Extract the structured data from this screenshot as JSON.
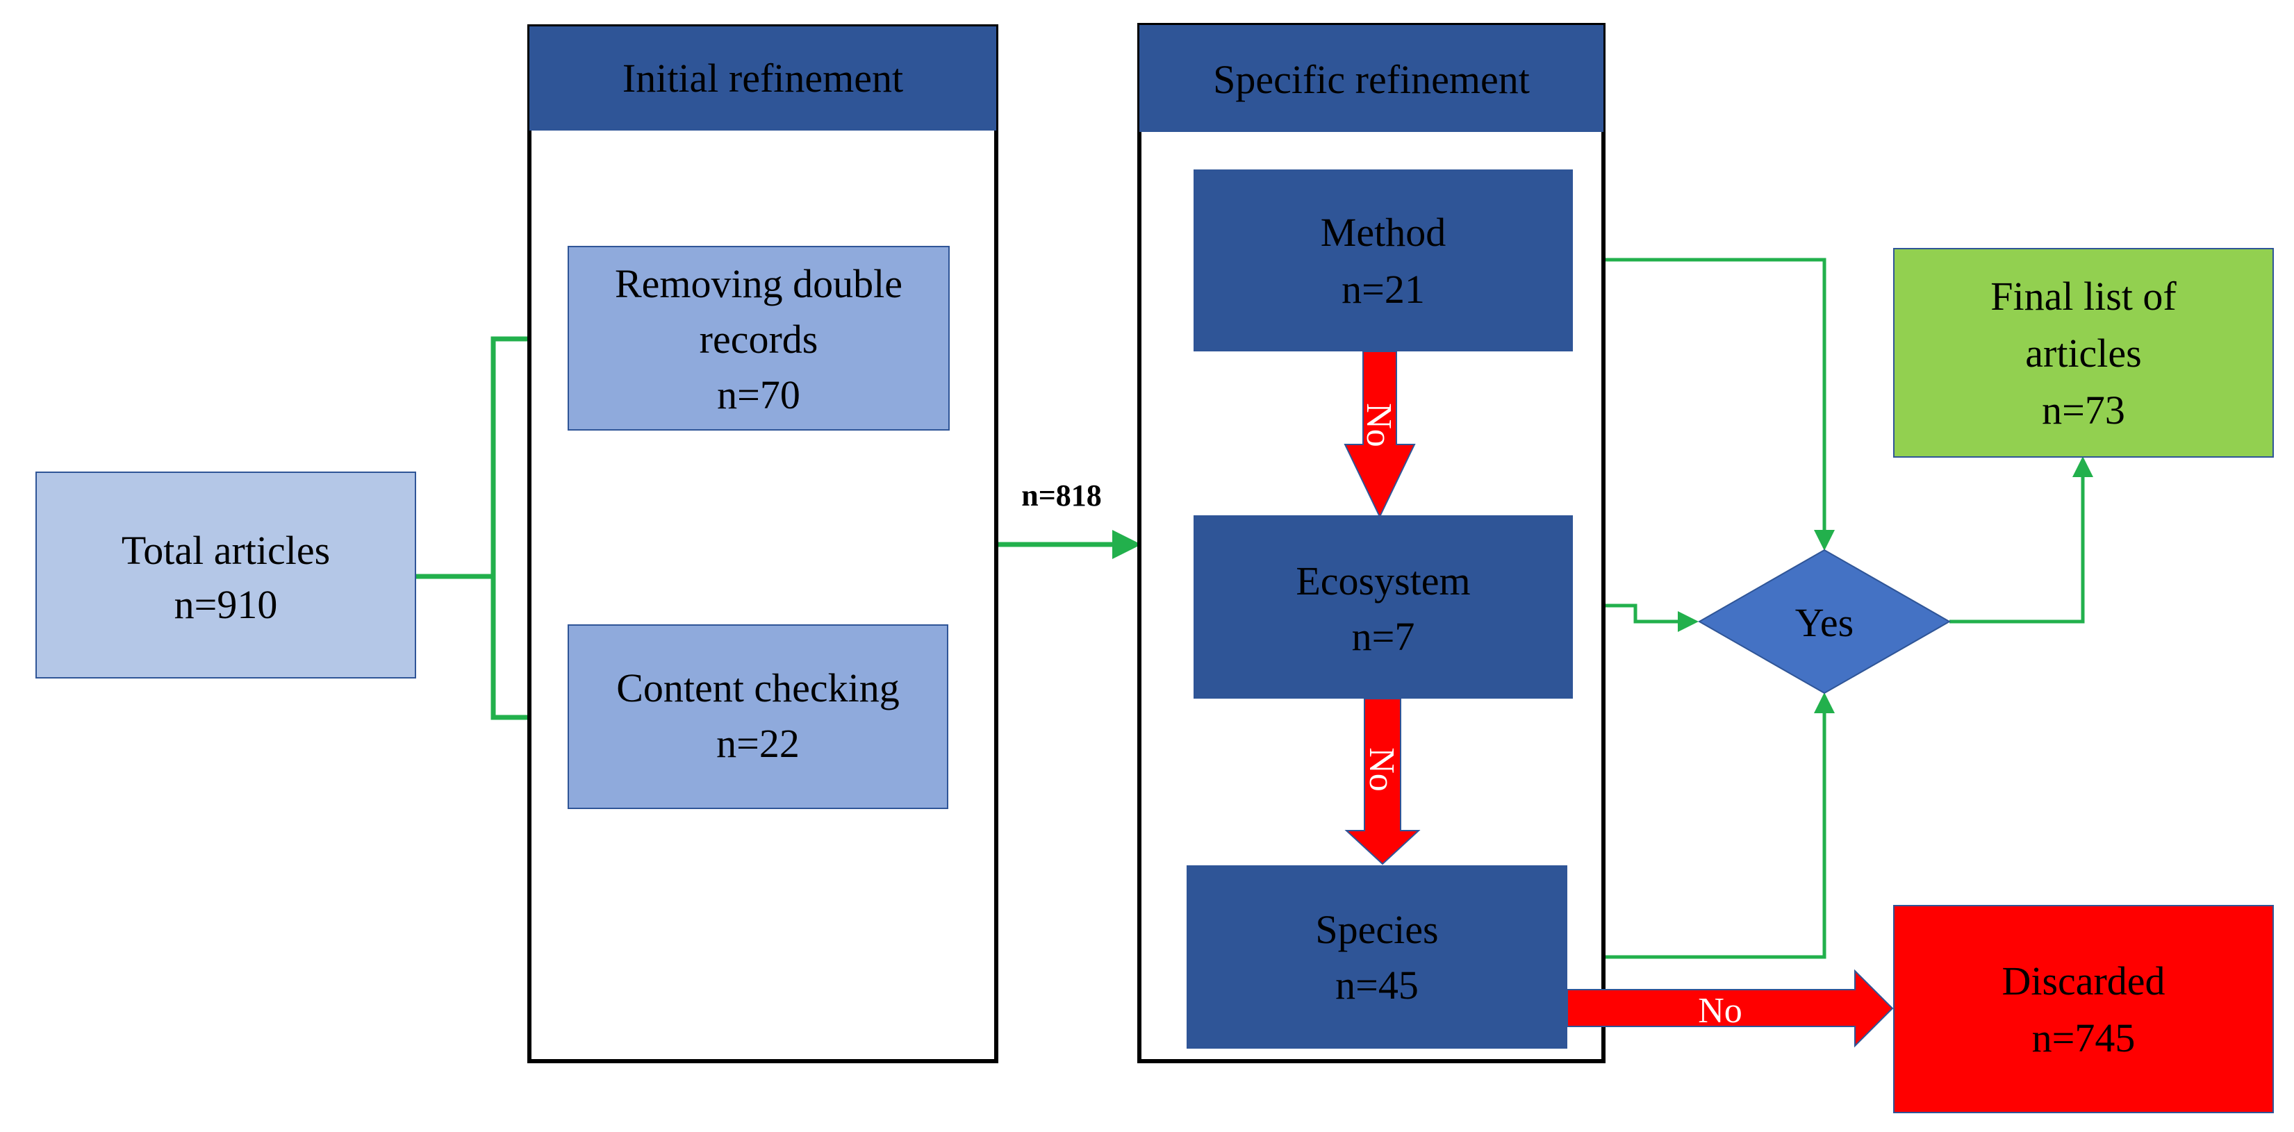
{
  "colors": {
    "green_line": "#22b04c",
    "light_blue": "#b4c7e7",
    "mid_blue": "#8faadc",
    "dark_blue": "#2f5597",
    "diamond_blue": "#4472c4",
    "green_box": "#92d050",
    "red": "#ff0000"
  },
  "total": {
    "line1": "Total articles",
    "line2": "n=910"
  },
  "initial": {
    "header": "Initial refinement",
    "removing": {
      "line1": "Removing double",
      "line2": "records",
      "line3": "n=70"
    },
    "content": {
      "line1": "Content checking",
      "line2": "n=22"
    }
  },
  "transfer_label": "n=818",
  "specific": {
    "header": "Specific refinement",
    "method": {
      "line1": "Method",
      "line2": "n=21"
    },
    "ecosystem": {
      "line1": "Ecosystem",
      "line2": "n=7"
    },
    "species": {
      "line1": "Species",
      "line2": "n=45"
    },
    "no_label_1": "No",
    "no_label_2": "No",
    "no_label_3": "No"
  },
  "decision": {
    "label": "Yes"
  },
  "final": {
    "line1": "Final list of",
    "line2": "articles",
    "line3": "n=73"
  },
  "discarded": {
    "line1": "Discarded",
    "line2": "n=745"
  }
}
